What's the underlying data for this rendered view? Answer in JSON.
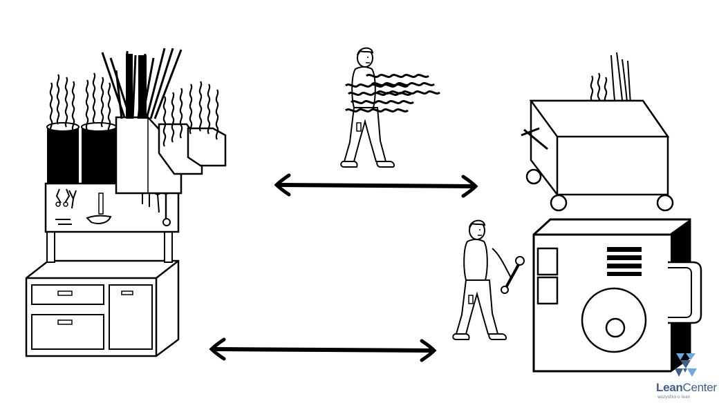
{
  "logo": {
    "brand_bold": "Lean",
    "brand_light": "Center",
    "tagline": "wszystko o lean",
    "colors": {
      "primary": "#3f5f86",
      "secondary": "#6fa8dc"
    }
  },
  "icons": [
    "workbench-with-tools-icon",
    "worker-carrying-material-icon",
    "material-cart-icon",
    "worker-with-wrench-icon",
    "machine-icon",
    "double-arrow-icon"
  ]
}
